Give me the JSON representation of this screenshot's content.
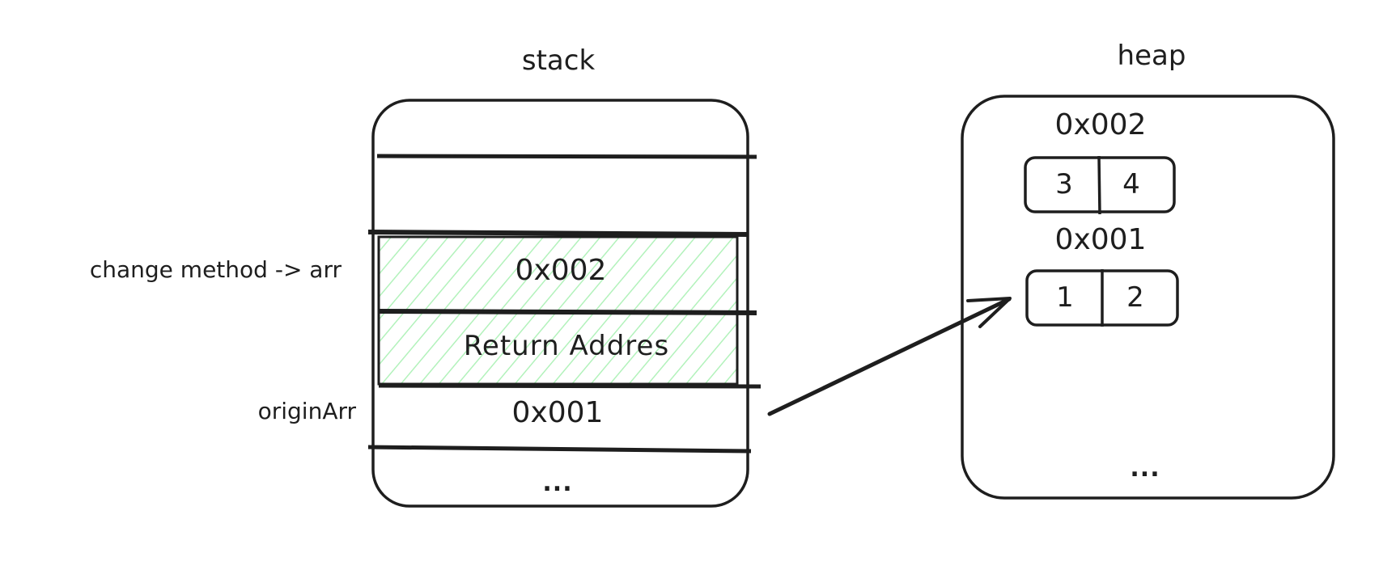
{
  "stack": {
    "title": "stack",
    "caller_label": "change method -> arr",
    "frames": [
      {
        "value": "",
        "label": ""
      },
      {
        "value": "0x002",
        "label": "change method -> arr",
        "highlighted": true
      },
      {
        "value": "Return Addres",
        "label": "",
        "highlighted": true
      },
      {
        "value": "0x001",
        "label": "originArr"
      }
    ],
    "origin_label": "originArr",
    "ellipsis": "..."
  },
  "heap": {
    "title": "heap",
    "objects": [
      {
        "address": "0x002",
        "cells": [
          "3",
          "4"
        ]
      },
      {
        "address": "0x001",
        "cells": [
          "1",
          "2"
        ]
      }
    ],
    "ellipsis": "..."
  },
  "arrow": {
    "from": "stack-originArr-0x001",
    "to": "heap-0x001"
  },
  "colors": {
    "stroke": "#1e1e1e",
    "hatch": "#b2f2bb",
    "background": "#ffffff"
  }
}
